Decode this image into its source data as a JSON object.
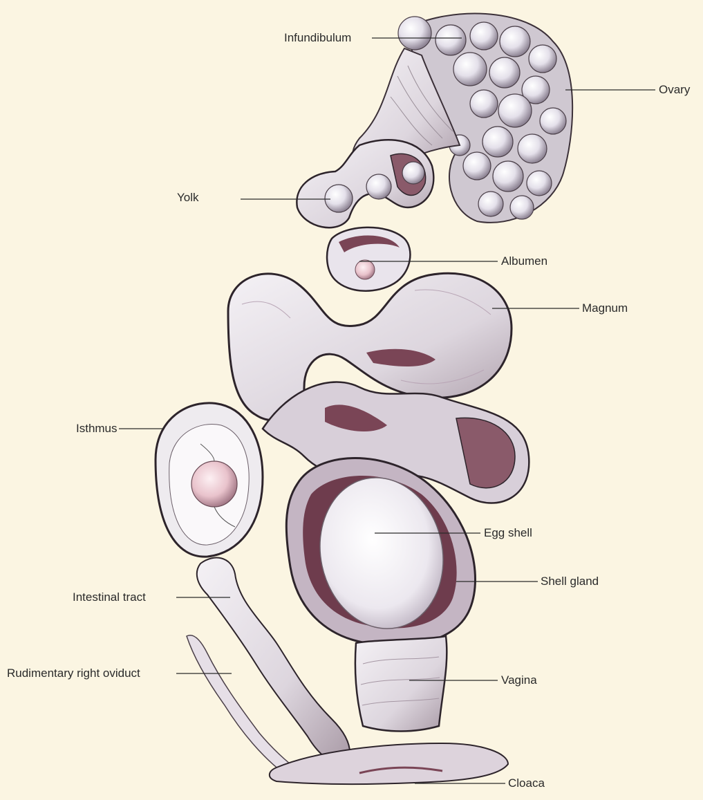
{
  "background_color": "#fbf5e2",
  "labels": {
    "infundibulum": "Infundibulum",
    "ovary": "Ovary",
    "yolk": "Yolk",
    "albumen": "Albumen",
    "magnum": "Magnum",
    "isthmus": "Isthmus",
    "egg_shell": "Egg shell",
    "shell_gland": "Shell gland",
    "intestinal_tract": "Intestinal tract",
    "rudimentary_right_oviduct": "Rudimentary right oviduct",
    "vagina": "Vagina",
    "cloaca": "Cloaca"
  }
}
